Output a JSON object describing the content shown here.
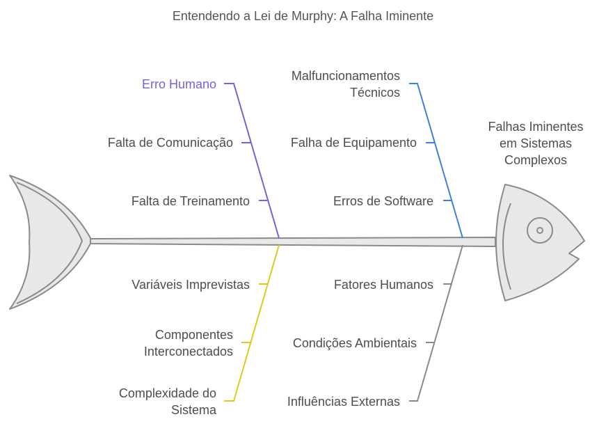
{
  "title": "Entendendo a Lei de Murphy: A Falha Iminente",
  "effect": {
    "line1": "Falhas Iminentes",
    "line2": "em Sistemas",
    "line3": "Complexos"
  },
  "categories": {
    "erro_humano": {
      "label": "Erro Humano",
      "color": "#7b5fd6",
      "causes": [
        "Falta de Comunicação",
        "Falta de Treinamento"
      ]
    },
    "malfuncionamentos": {
      "line1": "Malfuncionamentos",
      "line2": "Técnicos",
      "color": "#3f7fdc",
      "causes": [
        "Falha de Equipamento",
        "Erros de Software"
      ]
    },
    "complexidade": {
      "line1": "Complexidade do",
      "line2": "Sistema",
      "color": "#dccb1e",
      "causes": [
        "Variáveis Imprevistas"
      ],
      "cause_multiline": {
        "line1": "Componentes",
        "line2": "Interconectados"
      }
    },
    "influencias": {
      "label": "Influências Externas",
      "color": "#8a8a8a",
      "causes": [
        "Fatores Humanos",
        "Condições Ambientais"
      ]
    }
  },
  "colors": {
    "fish_fill": "#e8e8e8",
    "fish_stroke": "#8a8a8a"
  }
}
